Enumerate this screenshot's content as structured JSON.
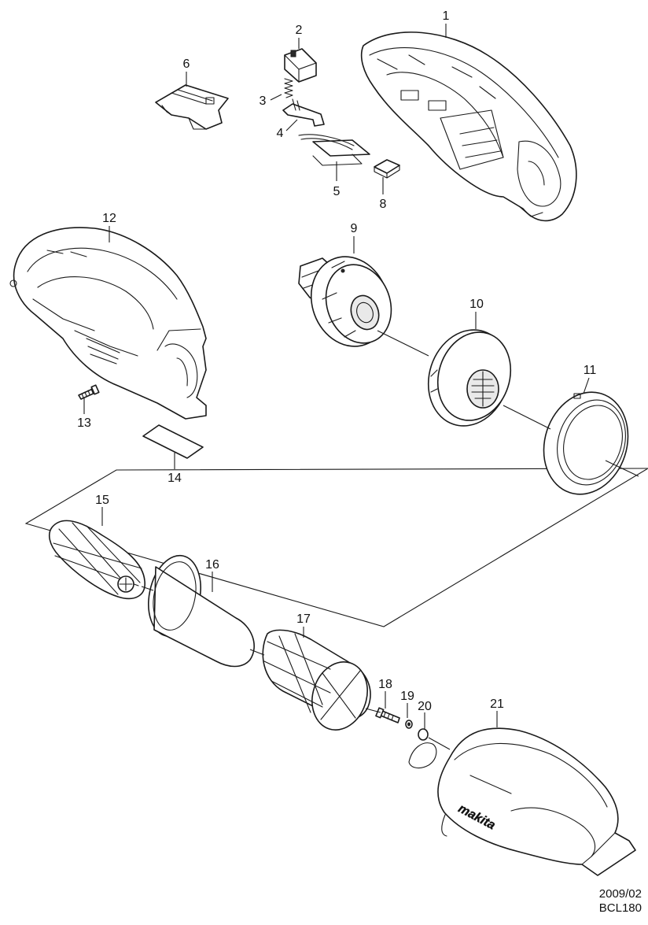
{
  "callouts": [
    "1",
    "2",
    "3",
    "4",
    "5",
    "6",
    "8",
    "9",
    "10",
    "11",
    "12",
    "13",
    "14",
    "15",
    "16",
    "17",
    "18",
    "19",
    "20",
    "21"
  ],
  "brand_logo": "makita",
  "footer": {
    "date": "2009/02",
    "model": "BCL180"
  },
  "colors": {
    "line": "#1a1a1a",
    "background": "#ffffff",
    "shade": "#e9e9e9"
  }
}
